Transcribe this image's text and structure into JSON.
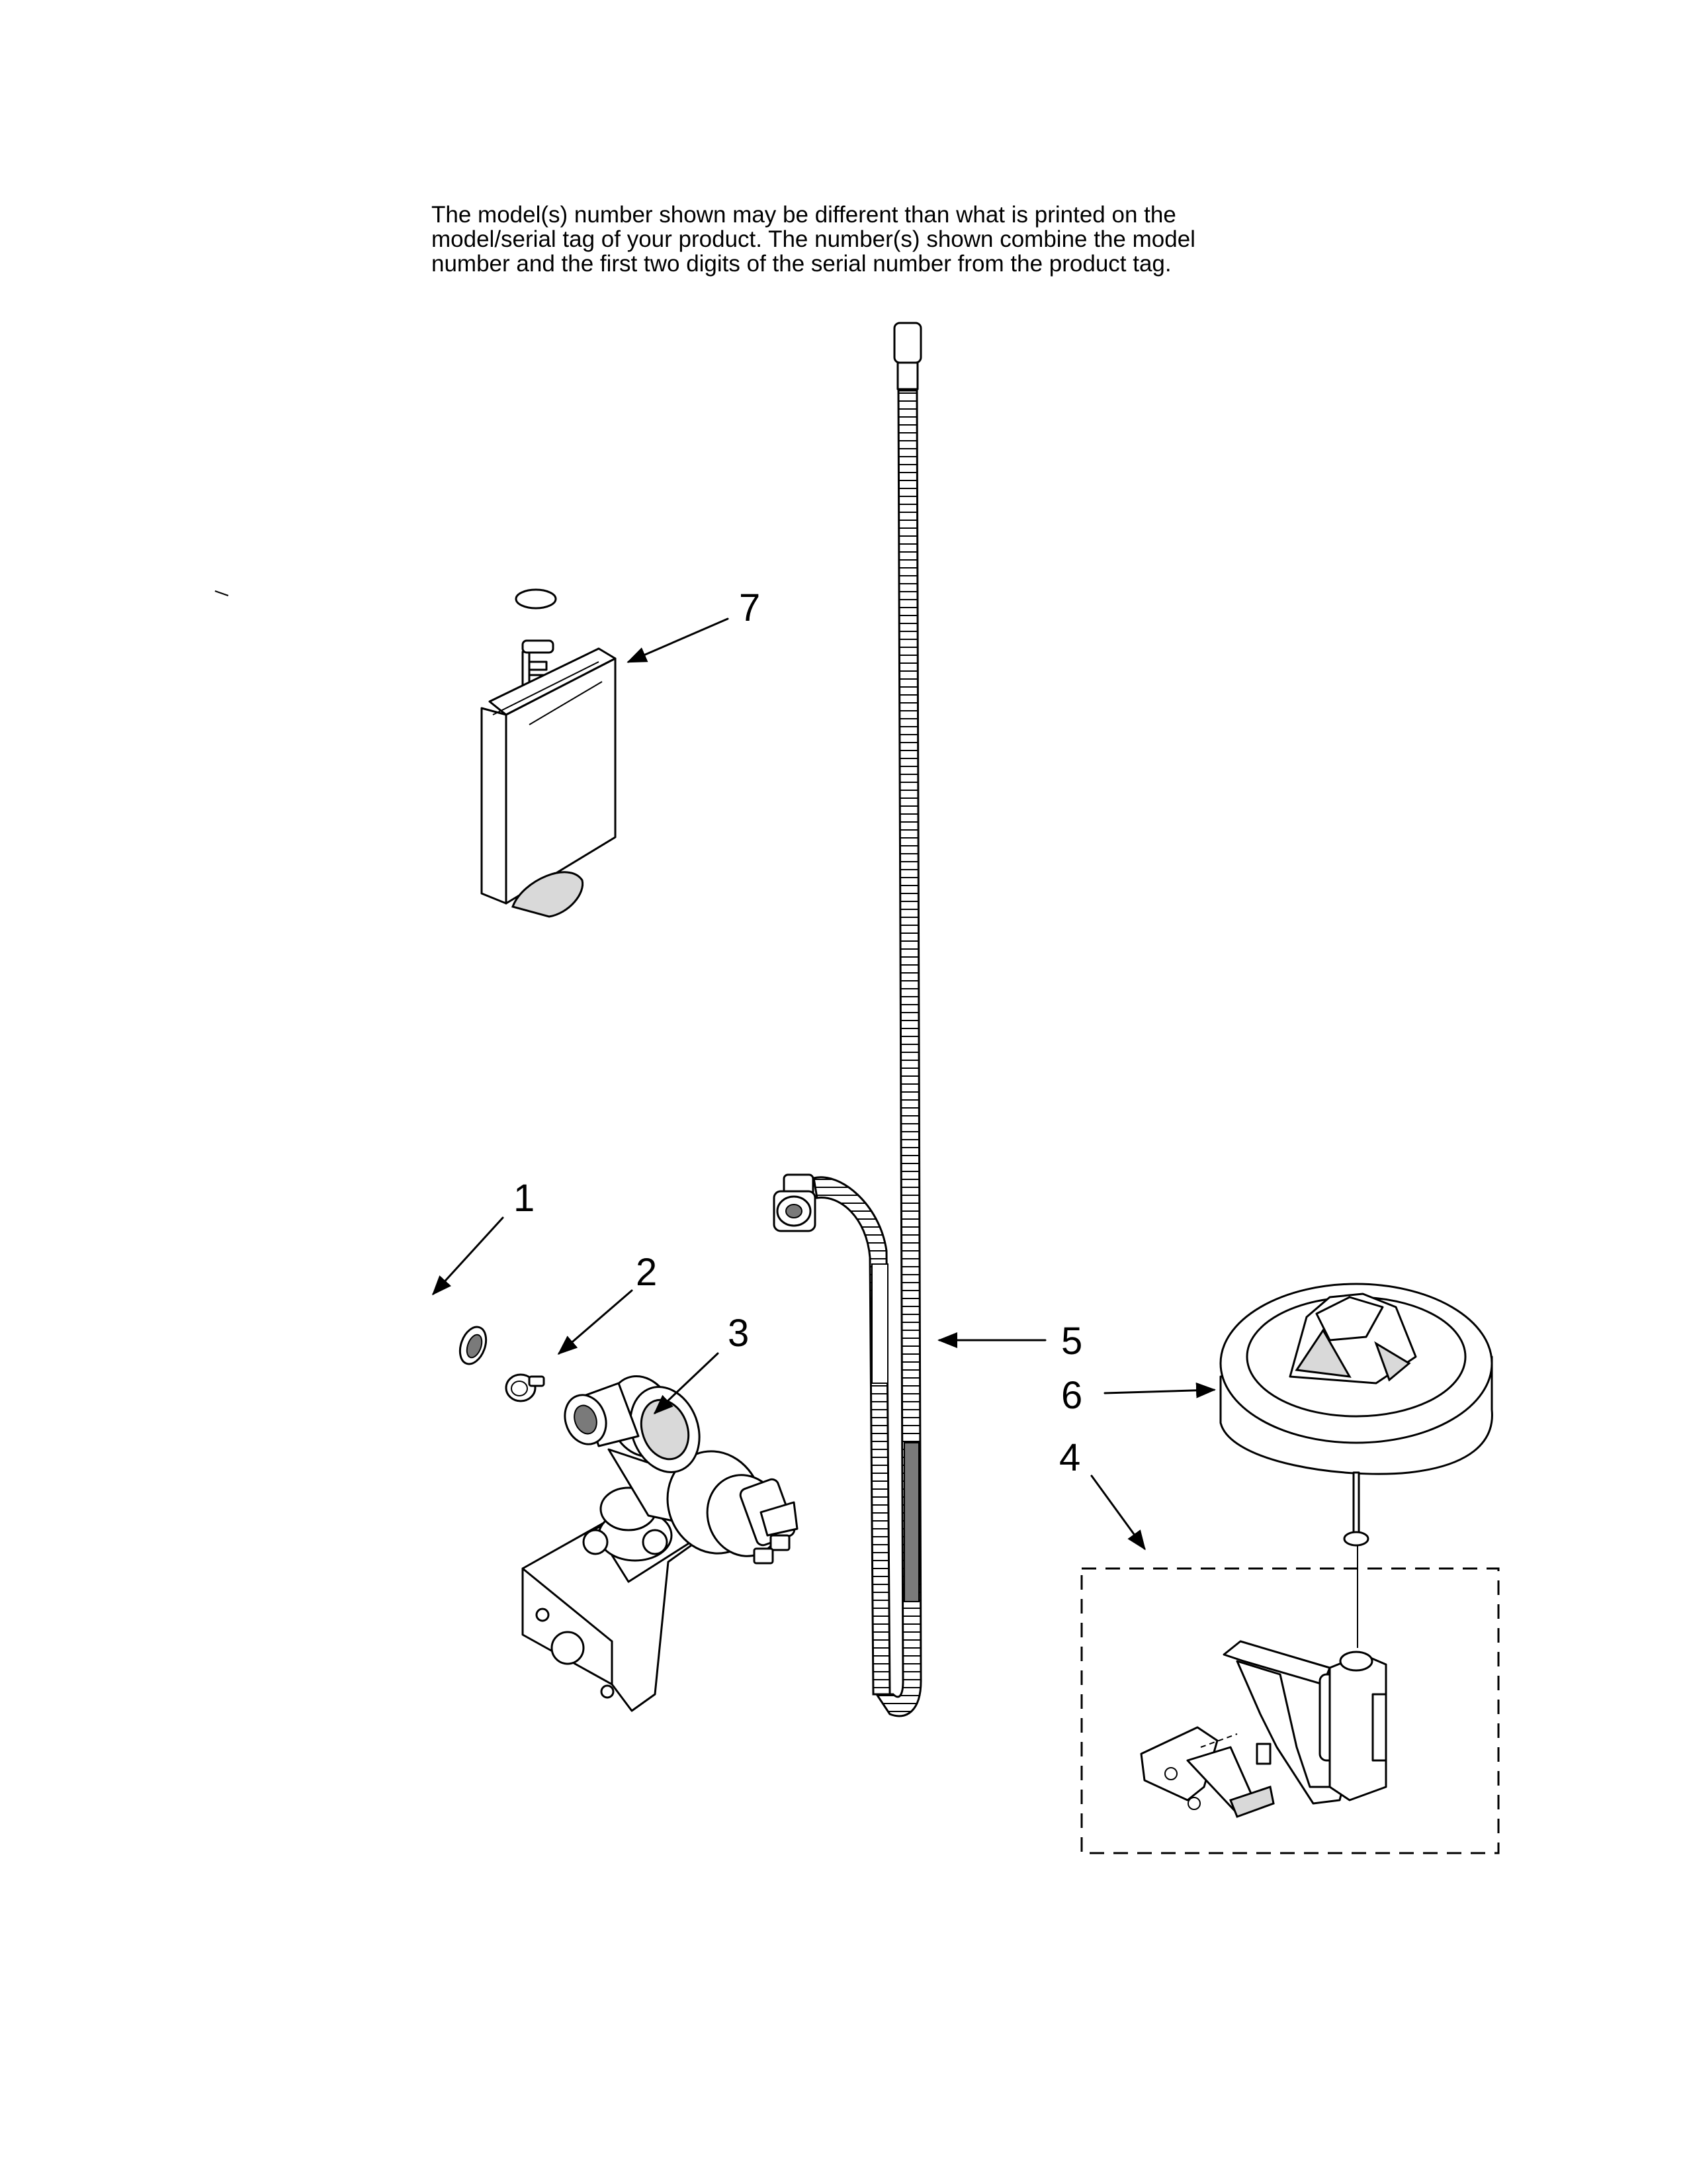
{
  "notice": {
    "lines": [
      "The model(s) number shown may be different than what is printed on the",
      "model/serial tag of your product. The number(s) shown combine the model",
      "number and the first two digits of the serial number from the product tag."
    ]
  },
  "callouts": {
    "c1": "1",
    "c2": "2",
    "c3": "3",
    "c4": "4",
    "c5": "5",
    "c6": "6",
    "c7": "7"
  },
  "parts": [
    {
      "ref": "1",
      "icon": "drain-hose-icon"
    },
    {
      "ref": "2",
      "icon": "hose-clamp-icon"
    },
    {
      "ref": "3",
      "icon": "water-valve-icon"
    },
    {
      "ref": "4",
      "icon": "float-switch-assembly-icon"
    },
    {
      "ref": "5",
      "icon": "inlet-hose-icon"
    },
    {
      "ref": "6",
      "icon": "float-icon"
    },
    {
      "ref": "7",
      "icon": "air-gap-icon"
    }
  ]
}
